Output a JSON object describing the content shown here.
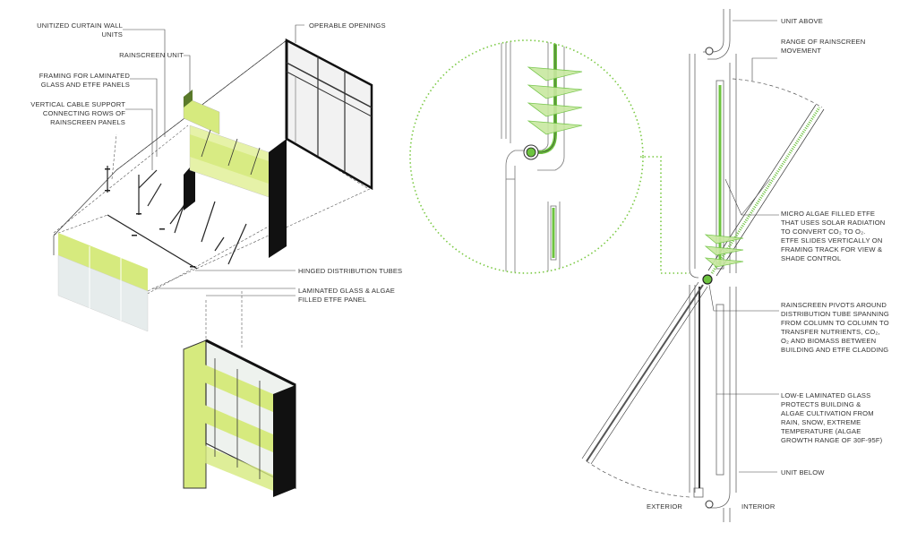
{
  "colors": {
    "algae": "#d6ea7e",
    "algae_light": "#e6f2a8",
    "algae_line": "#6dc33f",
    "glass": "#e5ecec",
    "frame": "#2b2b2b",
    "leader": "#444444",
    "dotted": "#7ac943"
  },
  "axonometric_labels": {
    "unitized_curtain_wall": "UNITIZED CURTAIN WALL\nUNITS",
    "rainscreen_unit": "RAINSCREEN UNIT",
    "framing": "FRAMING FOR LAMINATED\nGLASS AND ETFE PANELS",
    "cable_support": "VERTICAL CABLE SUPPORT\nCONNECTING ROWS OF\nRAINSCREEN PANELS",
    "operable_openings": "OPERABLE OPENINGS",
    "hinged_tubes": "HINGED DISTRIBUTION TUBES",
    "laminated_glass": "LAMINATED GLASS & ALGAE\nFILLED ETFE PANEL"
  },
  "section_labels": {
    "unit_above": "UNIT ABOVE",
    "range_movement": "RANGE OF RAINSCREEN\nMOVEMENT",
    "micro_algae": "MICRO ALGAE FILLED ETFE\nTHAT USES SOLAR RADIATION\nTO CONVERT CO₂ TO O₂.\nETFE SLIDES VERTICALLY ON\nFRAMING TRACK FOR VIEW &\nSHADE CONTROL",
    "pivot": "RAINSCREEN PIVOTS AROUND\nDISTRIBUTION TUBE SPANNING\nFROM COLUMN TO COLUMN TO\nTRANSFER NUTRIENTS, CO₂,\nO₂ AND BIOMASS BETWEEN\nBUILDING AND ETFE CLADDING",
    "low_e": "LOW-E LAMINATED GLASS\nPROTECTS BUILDING &\nALGAE CULTIVATION FROM\nRAIN, SNOW, EXTREME\nTEMPERATURE (ALGAE\nGROWTH RANGE OF 30F-95F)",
    "unit_below": "UNIT BELOW",
    "exterior": "EXTERIOR",
    "interior": "INTERIOR"
  }
}
